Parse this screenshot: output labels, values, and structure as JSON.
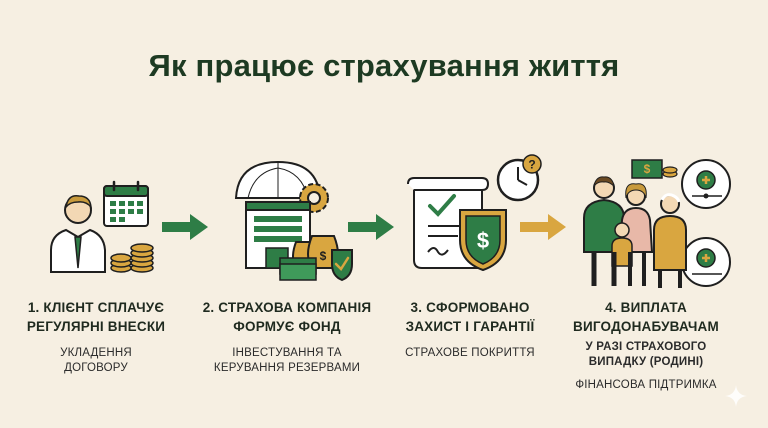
{
  "title": "Як працює страхування життя",
  "steps": [
    {
      "title_line1": "1. КЛІЄНТ СПЛАЧУЄ",
      "title_line2": "РЕГУЛЯРНІ ВНЕСКИ",
      "sub_line1": "УКЛАДЕННЯ",
      "sub_line2": "ДОГОВОРУ"
    },
    {
      "title_line1": "2. СТРАХОВА КОМПАНІЯ",
      "title_line2": "ФОРМУЄ ФОНД",
      "sub_line1": "ІНВЕСТУВАННЯ ТА",
      "sub_line2": "КЕРУВАННЯ РЕЗЕРВАМИ"
    },
    {
      "title_line1": "3. СФОРМОВАНО",
      "title_line2": "ЗАХИСТ І ГАРАНТІЇ",
      "sub_line1": "СТРАХОВЕ ПОКРИТТЯ"
    },
    {
      "title_line1": "4. ВИПЛАТА",
      "title_line2": "ВИГОДОНАБУВАЧАМ",
      "sub_line1": "У РАЗІ СТРАХОВОГО",
      "sub_line2": "ВИПАДКУ (РОДИНІ)",
      "sub_line3": "ФІНАНСОВА ПІДТРИМКА"
    }
  ],
  "icons": {
    "step1": "client-calendar-coins-icon",
    "step2": "insurance-company-building-icon",
    "step3": "policy-document-shield-icon",
    "step4": "family-payout-icon"
  },
  "colors": {
    "background": "#f6efe2",
    "title": "#1d3a22",
    "green": "#2e7d46",
    "dark_green": "#1f4d2b",
    "gold": "#d9a640",
    "outline": "#1f1f1f"
  }
}
